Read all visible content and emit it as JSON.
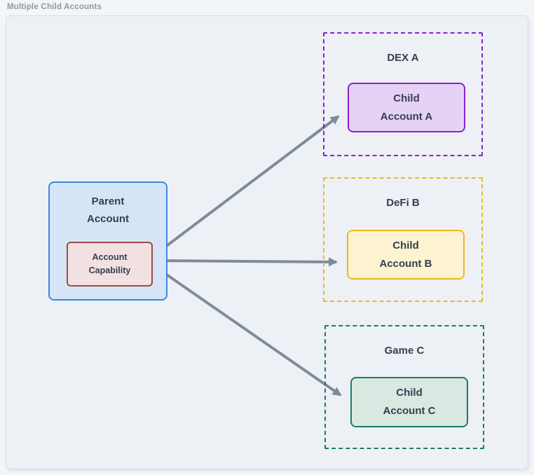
{
  "diagram": {
    "title": "Multiple Child Accounts"
  },
  "parent": {
    "label": "Parent\nAccount",
    "capability_label": "Account\nCapability",
    "fill": "#d5e5f7",
    "border": "#3f86dd",
    "capability_fill": "#f3e1e1",
    "capability_border": "#9d4a43"
  },
  "environments": [
    {
      "name": "DEX A",
      "child_label": "Child\nAccount A",
      "accent": "#8e1fd3",
      "child_fill": "#e6d2f5"
    },
    {
      "name": "DeFi B",
      "child_label": "Child\nAccount B",
      "accent": "#eeb71e",
      "child_fill": "#fdf3d1"
    },
    {
      "name": "Game C",
      "child_label": "Child\nAccount C",
      "accent": "#1f7a63",
      "child_fill": "#d9e9e1"
    }
  ],
  "arrows": {
    "color": "#7d8c9b",
    "from": "Account Capability",
    "targets": [
      "Child Account A",
      "Child Account B",
      "Child Account C"
    ]
  }
}
